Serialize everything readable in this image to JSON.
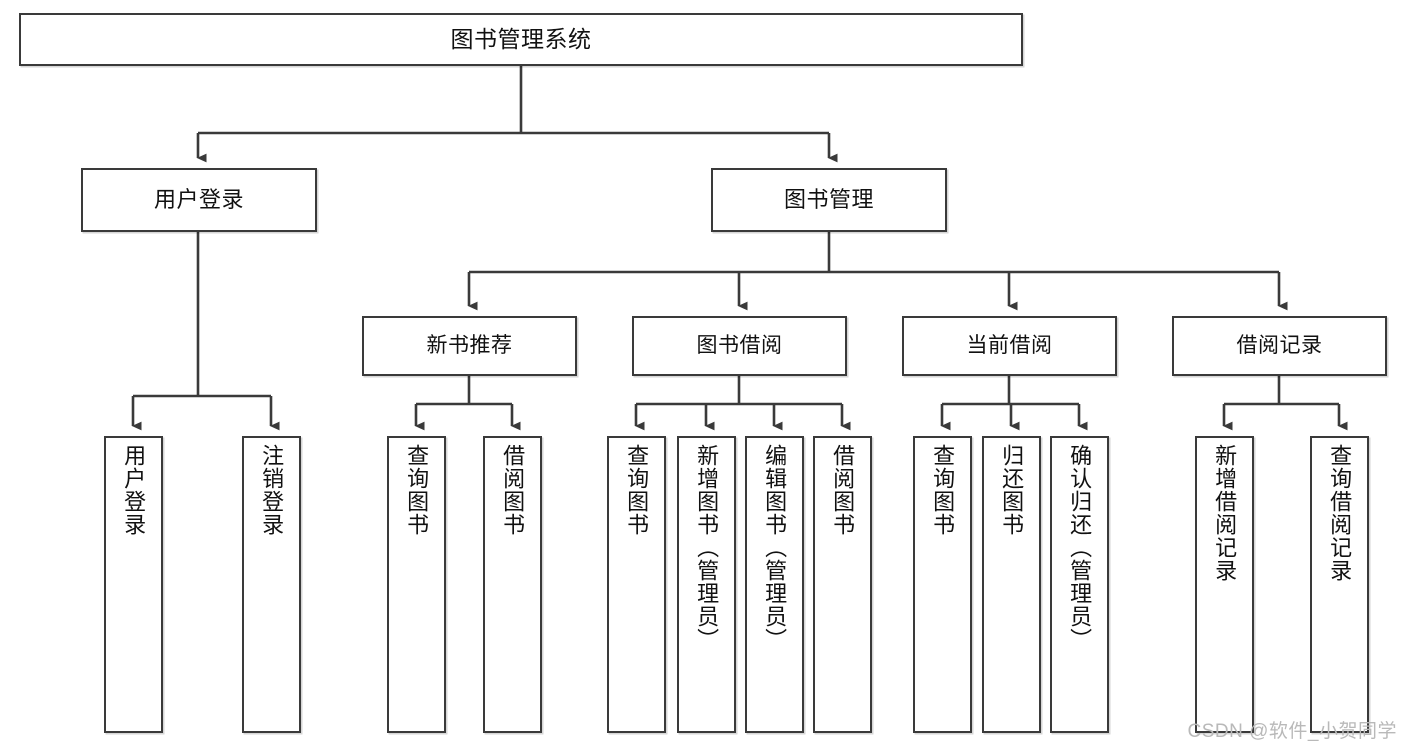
{
  "diagram": {
    "title": "图书管理系统",
    "watermark": "CSDN @软件_小贺同学",
    "line_color": "#3a3a3a",
    "box_fill": "#ffffff",
    "text_color": "#111111",
    "root": {
      "label": "图书管理系统"
    },
    "level2": [
      {
        "label": "用户登录"
      },
      {
        "label": "图书管理"
      }
    ],
    "level3": [
      {
        "label": "新书推荐"
      },
      {
        "label": "图书借阅"
      },
      {
        "label": "当前借阅"
      },
      {
        "label": "借阅记录"
      }
    ],
    "leaves": {
      "user_login": [
        {
          "label": "用户登录"
        },
        {
          "label": "注销登录"
        }
      ],
      "new_book_recommend": [
        {
          "label": "查询图书"
        },
        {
          "label": "借阅图书"
        }
      ],
      "book_borrow": [
        {
          "label": "查询图书"
        },
        {
          "label": "新增图书（管理员）"
        },
        {
          "label": "编辑图书（管理员）"
        },
        {
          "label": "借阅图书"
        }
      ],
      "current_borrow": [
        {
          "label": "查询图书"
        },
        {
          "label": "归还图书"
        },
        {
          "label": "确认归还（管理员）"
        }
      ],
      "borrow_record": [
        {
          "label": "新增借阅记录"
        },
        {
          "label": "查询借阅记录"
        }
      ]
    }
  }
}
